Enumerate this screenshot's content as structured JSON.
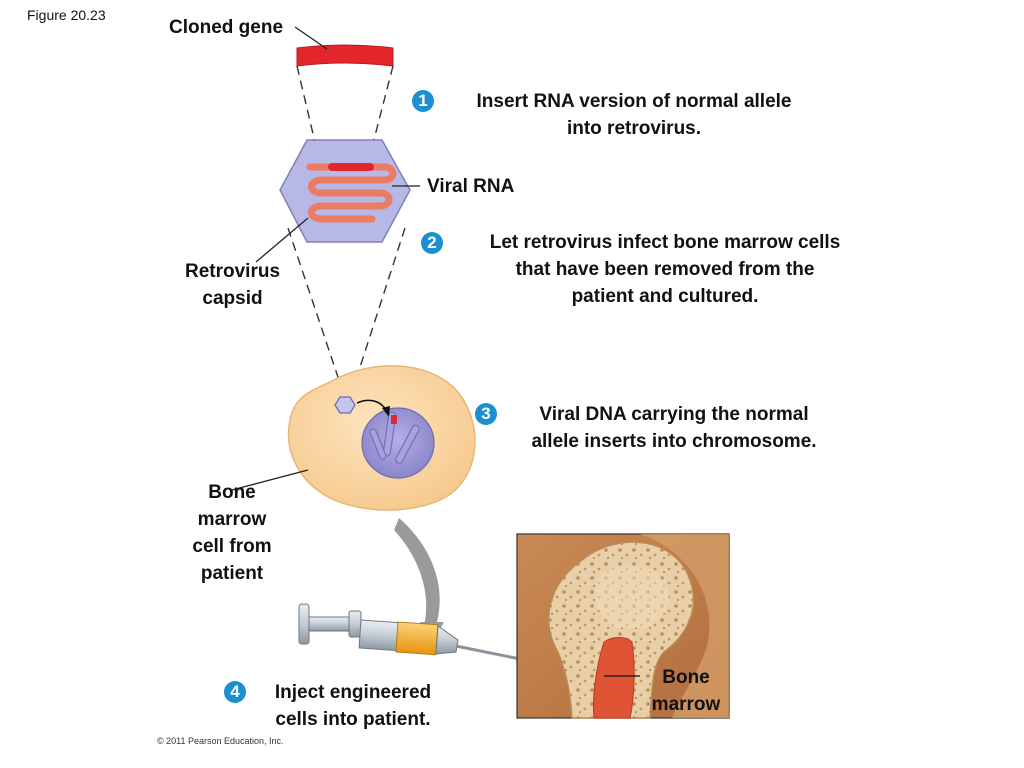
{
  "figure_label": "Figure 20.23",
  "copyright": "© 2011 Pearson Education, Inc.",
  "labels": {
    "cloned_gene": "Cloned gene",
    "viral_rna": "Viral RNA",
    "retrovirus_capsid": [
      "Retrovirus",
      "capsid"
    ],
    "bone_marrow_cell": [
      "Bone",
      "marrow",
      "cell from",
      "patient"
    ],
    "bone_marrow": [
      "Bone",
      "marrow"
    ]
  },
  "steps": [
    {
      "number": "1",
      "lines": [
        "Insert RNA version of normal allele",
        "into retrovirus."
      ]
    },
    {
      "number": "2",
      "lines": [
        "Let retrovirus infect bone marrow cells",
        "that have been removed from the",
        "patient and cultured."
      ]
    },
    {
      "number": "3",
      "lines": [
        "Viral DNA carrying the normal",
        "allele inserts into chromosome."
      ]
    },
    {
      "number": "4",
      "lines": [
        "Inject engineered",
        "cells into patient."
      ]
    }
  ],
  "colors": {
    "gene_red": "#e3262b",
    "rna_salmon": "#ec7b63",
    "capsid_lavender": "#b8b8e6",
    "cell_cytoplasm": "#fbd8a6",
    "nucleus_purple": "#9e9ad8",
    "syringe_fluid": "#f1a91f",
    "step_badge_blue": "#1b8fd0",
    "marrow_red": "#e05436",
    "bone_tan": "#e6c59b"
  }
}
